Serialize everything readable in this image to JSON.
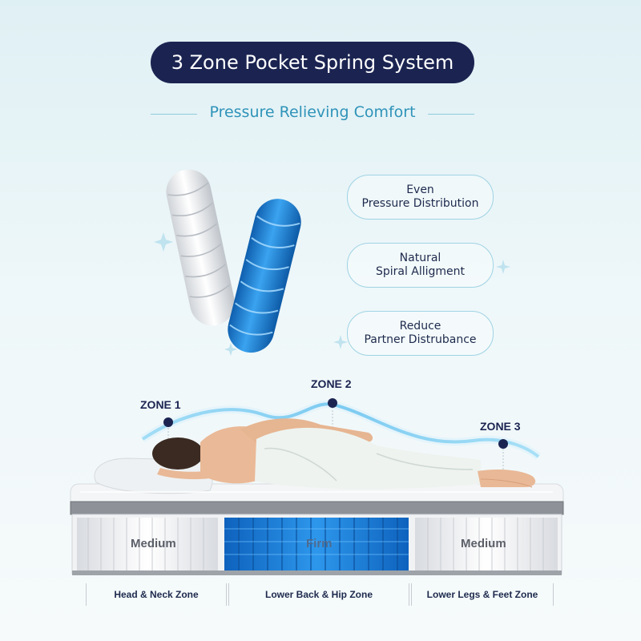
{
  "header": {
    "title": "3 Zone Pocket Spring System",
    "subtitle": "Pressure Relieving Comfort"
  },
  "benefits": [
    {
      "line1": "Even",
      "line2": "Pressure Distribution"
    },
    {
      "line1": "Natural",
      "line2": "Spiral Alligment"
    },
    {
      "line1": "Reduce",
      "line2": "Partner Distrubance"
    }
  ],
  "zones": [
    {
      "label": "ZONE 1",
      "firmness": "Medium",
      "area": "Head & Neck Zone"
    },
    {
      "label": "ZONE 2",
      "firmness": "Firm",
      "area": "Lower Back & Hip Zone"
    },
    {
      "label": "ZONE 3",
      "firmness": "Medium",
      "area": "Lower Legs & Feet Zone"
    }
  ],
  "colors": {
    "navy": "#1b2451",
    "accent_blue": "#2f93b9",
    "spring_blue": "#1f82d6",
    "background": "#e6f3f6"
  },
  "icons": [
    "white-spring-coil-icon",
    "blue-spring-coil-icon",
    "sparkle-icon",
    "pillow-icon",
    "sleeping-person-icon"
  ]
}
